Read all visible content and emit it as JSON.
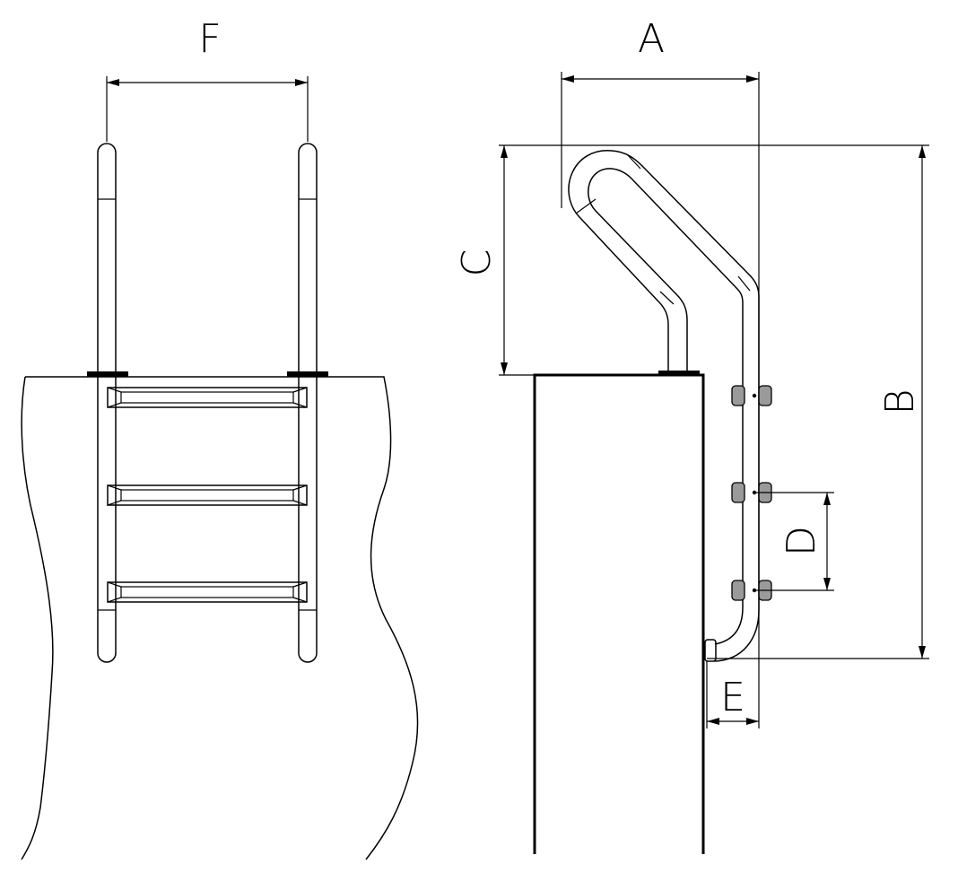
{
  "labels": {
    "a": "A",
    "b": "B",
    "c": "C",
    "d": "D",
    "e": "E",
    "f": "F"
  },
  "colors": {
    "line": "#000000",
    "tread_fill": "#e6e6e6",
    "bumper_fill": "#9a9a9a",
    "background": "#ffffff"
  }
}
